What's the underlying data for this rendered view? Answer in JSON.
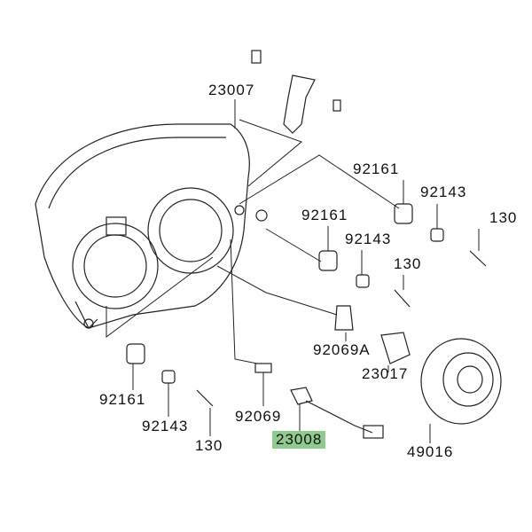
{
  "highlight_color": "#8fca8f",
  "parts": [
    {
      "id": "23007",
      "label": "23007"
    },
    {
      "id": "92161-a",
      "label": "92161"
    },
    {
      "id": "92143-a",
      "label": "92143"
    },
    {
      "id": "130-a",
      "label": "130"
    },
    {
      "id": "92161-b",
      "label": "92161"
    },
    {
      "id": "92143-b",
      "label": "92143"
    },
    {
      "id": "130-b",
      "label": "130"
    },
    {
      "id": "92069A",
      "label": "92069A"
    },
    {
      "id": "23017",
      "label": "23017"
    },
    {
      "id": "92161-c",
      "label": "92161"
    },
    {
      "id": "92069",
      "label": "92069"
    },
    {
      "id": "92143-c",
      "label": "92143"
    },
    {
      "id": "130-c",
      "label": "130"
    },
    {
      "id": "23008",
      "label": "23008",
      "highlighted": true
    },
    {
      "id": "49016",
      "label": "49016"
    }
  ]
}
